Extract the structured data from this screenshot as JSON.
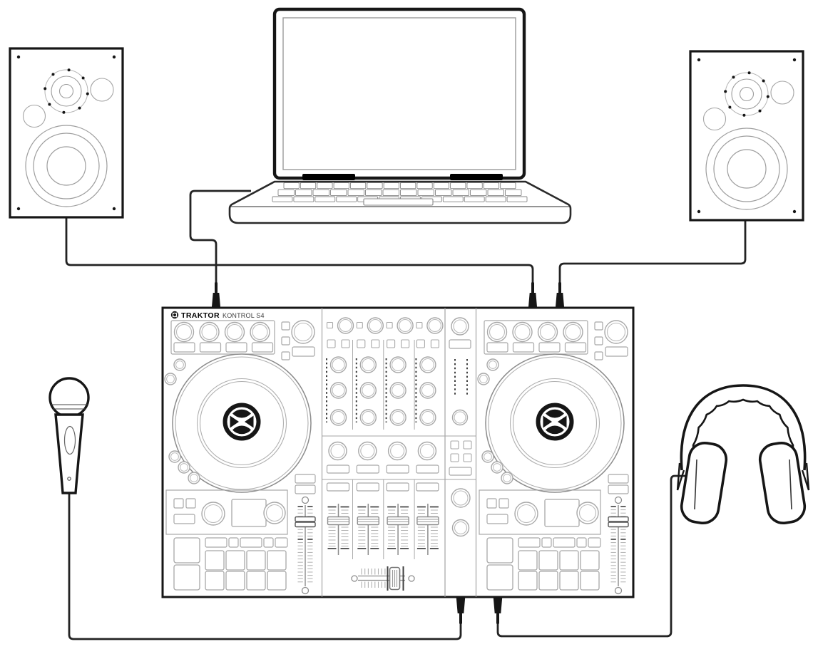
{
  "device_label": {
    "logo_icon": "traktor-gear-logo",
    "brand": "TRAKTOR",
    "model": "KONTROL S4"
  },
  "colors": {
    "background": "#ffffff",
    "ink": "#161616",
    "outline": "#2a2a2a",
    "cable": "#232323",
    "detail_light": "#a8a8a8",
    "detail_mid": "#8c8c8c",
    "detail_dark": "#404040"
  },
  "components": [
    {
      "name": "laptop",
      "icon": "laptop-icon"
    },
    {
      "name": "left-studio-monitor",
      "icon": "speaker-icon"
    },
    {
      "name": "right-studio-monitor",
      "icon": "speaker-icon"
    },
    {
      "name": "dj-controller",
      "icon": "dj-controller-icon"
    },
    {
      "name": "microphone",
      "icon": "microphone-icon"
    },
    {
      "name": "headphones",
      "icon": "headphones-icon"
    }
  ],
  "connections": [
    {
      "name": "laptop-usb-cable",
      "from": "laptop",
      "to": "dj-controller"
    },
    {
      "name": "left-speaker-cable",
      "from": "left-studio-monitor",
      "to": "dj-controller"
    },
    {
      "name": "right-speaker-cable",
      "from": "right-studio-monitor",
      "to": "dj-controller"
    },
    {
      "name": "microphone-cable",
      "from": "microphone",
      "to": "dj-controller"
    },
    {
      "name": "headphones-cable",
      "from": "headphones",
      "to": "dj-controller"
    }
  ]
}
